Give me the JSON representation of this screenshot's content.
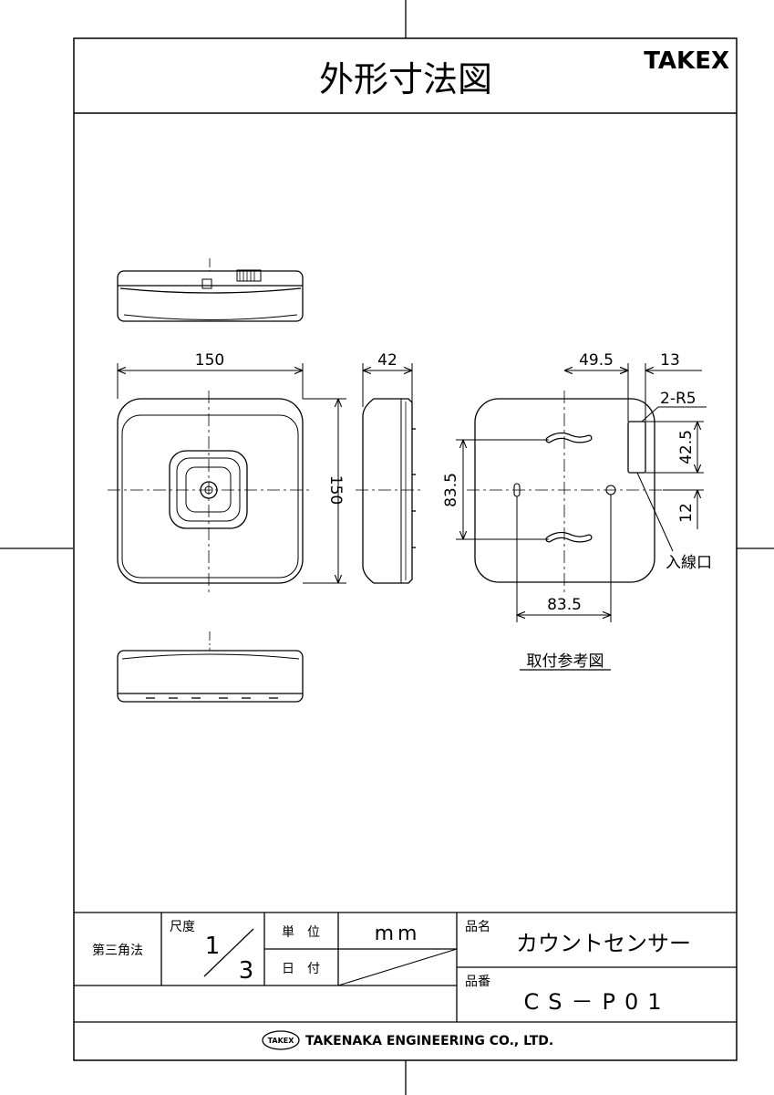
{
  "header": {
    "title": "外形寸法図",
    "brand": "TAKEX"
  },
  "drawing": {
    "dim_width": "150",
    "dim_height": "150",
    "dim_depth": "42",
    "mount_dim_49_5": "49.5",
    "mount_dim_13": "13",
    "mount_radius": "2-R5",
    "mount_dim_42_5": "42.5",
    "mount_dim_12": "12",
    "mount_dim_83_5_v": "83.5",
    "mount_dim_83_5_h": "83.5",
    "wire_inlet": "入線口",
    "mount_caption": "取付参考図"
  },
  "title_block": {
    "projection": "第三角法",
    "scale_label": "尺度",
    "scale_num": "1",
    "scale_den": "3",
    "unit_label": "単　位",
    "unit_value": "mm",
    "date_label": "日　付",
    "name_label": "品名",
    "product_name": "カウントセンサー",
    "number_label": "品番",
    "product_number": "CS－P01",
    "company_logo": "TAKEX",
    "company_name": "TAKENAKA ENGINEERING CO., LTD."
  }
}
